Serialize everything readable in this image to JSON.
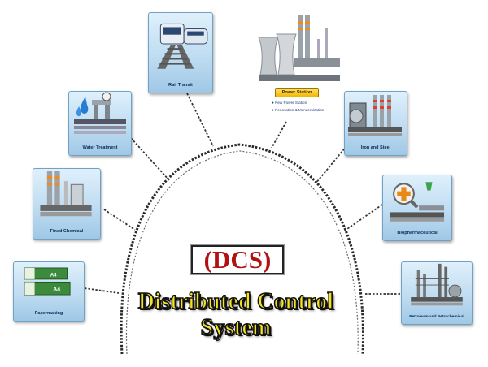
{
  "center": {
    "acronym": "(DCS)",
    "title": "Distributed Control System"
  },
  "industries": [
    {
      "key": "rail",
      "label": "Rail Transit",
      "icon": "train-icon"
    },
    {
      "key": "water",
      "label": "Water Treatment",
      "icon": "water-valve-icon"
    },
    {
      "key": "chemical",
      "label": "Fined Chemical",
      "icon": "chemical-plant-icon"
    },
    {
      "key": "paper",
      "label": "Papermaking",
      "icon": "paper-ream-icon"
    },
    {
      "key": "iron",
      "label": "Iron and Steel",
      "icon": "steel-mill-icon"
    },
    {
      "key": "bio",
      "label": "Biopharmaceutical",
      "icon": "pharma-icon"
    },
    {
      "key": "petro",
      "label": "Petroleum and Petrochemical",
      "icon": "refinery-icon"
    }
  ],
  "power_station": {
    "label": "Power Station",
    "items": [
      "New Power Station",
      "Renovation & Mondernization"
    ],
    "icon": "power-plant-icon"
  },
  "colors": {
    "acronym": "#b01212",
    "title_fill": "#f3e21c",
    "card": "#bfdcf1",
    "connector": "#333333"
  }
}
